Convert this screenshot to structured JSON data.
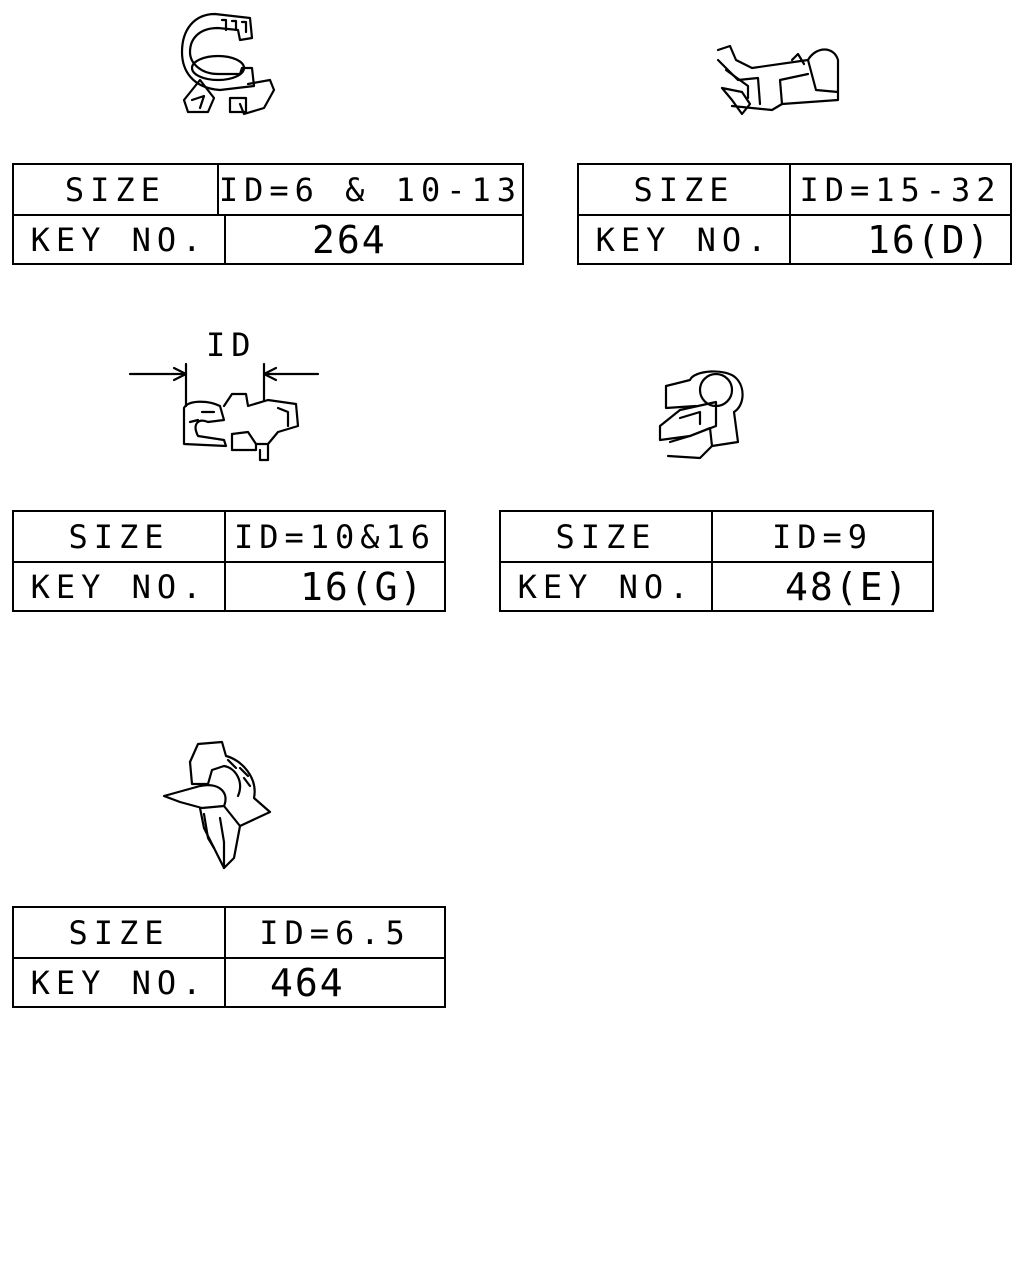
{
  "parts": [
    {
      "size_label": "SIZE",
      "size_value": "ID=6 & 10-13",
      "key_label": "KEY NO.",
      "key_value": "264"
    },
    {
      "size_label": "SIZE",
      "size_value": "ID=15-32",
      "key_label": "KEY NO.",
      "key_value": "16(D)"
    },
    {
      "size_label": "SIZE",
      "size_value": "ID=10&16",
      "key_label": "KEY NO.",
      "key_value": "16(G)"
    },
    {
      "size_label": "SIZE",
      "size_value": "ID=9",
      "key_label": "KEY NO.",
      "key_value": "48(E)"
    },
    {
      "size_label": "SIZE",
      "size_value": "ID=6.5",
      "key_label": "KEY NO.",
      "key_value": "464"
    }
  ],
  "dimension_label": "ID"
}
